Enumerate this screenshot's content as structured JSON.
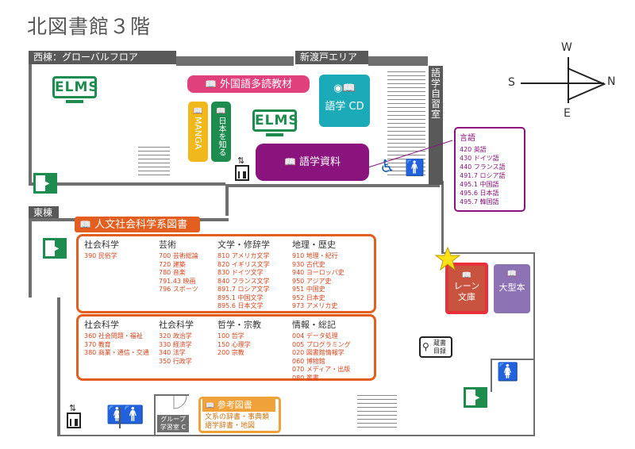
{
  "title": "北図書館３階",
  "areas": {
    "west_wing": "西棟：グローバルフロア",
    "new_area": "新渡戸エリア",
    "east_wing": "東棟",
    "study_room": "語学自習室"
  },
  "elms_label": "ELMS",
  "foreign_reading": "外国語多読教材",
  "manga": "MANGA",
  "japan": "日本を知る",
  "lang_cd": "語学 CD",
  "lang_materials": "語学資料",
  "language_box": {
    "title": "言語",
    "items": [
      "420 英語",
      "430 ドイツ語",
      "440 フランス語",
      "491.7 ロシア語",
      "495.1 中国語",
      "495.6 日本語",
      "495.7 韓国語"
    ]
  },
  "humanities": {
    "title": "人文社会科学系図書",
    "upper": [
      {
        "h": "社会科学",
        "items": [
          "390 民俗学"
        ]
      },
      {
        "h": "芸術",
        "items": [
          "700 芸術総論",
          "720 建築",
          "780 音楽",
          "791.43 映画",
          "796 スポーツ"
        ]
      },
      {
        "h": "文学・修辞学",
        "items": [
          "810 アメリカ文学",
          "820 イギリス文学",
          "830 ドイツ文学",
          "840 フランス文学",
          "891.7 ロシア文学",
          "895.1 中国文学",
          "895.6 日本文学"
        ]
      },
      {
        "h": "地理・歴史",
        "items": [
          "910 地理・紀行",
          "930 古代史",
          "940 ヨーロッパ史",
          "950 アジア史",
          "951 中国史",
          "952 日本史",
          "973 アメリカ史"
        ]
      }
    ],
    "lower": [
      {
        "h": "社会科学",
        "items": [
          "360 社会問題・福祉",
          "370 教育",
          "380 商業・通信・交通"
        ]
      },
      {
        "h": "社会科学",
        "items": [
          "320 政治学",
          "330 経済学",
          "340 法学",
          "350 行政学"
        ]
      },
      {
        "h": "哲学・宗教",
        "items": [
          "100 哲学",
          "150 心理学",
          "200 宗教"
        ]
      },
      {
        "h": "情報・総記",
        "items": [
          "004 データ処理",
          "005 プログラミング",
          "020 図書館情報学",
          "060 博物館",
          "070 メディア・出版",
          "080 叢書"
        ]
      }
    ]
  },
  "lane": "レーン文庫",
  "oversize": "大型本",
  "catalog": "蔵書目録",
  "reference": {
    "title": "参考図書",
    "l1": "文系の辞書・事典類",
    "l2": "語学辞書・地図"
  },
  "group_room": {
    "l1": "グループ",
    "l2": "学習室 C"
  },
  "compass": {
    "w": "W",
    "s": "S",
    "n": "N",
    "e": "E"
  },
  "colors": {
    "pink": "#e0407b",
    "teal": "#1aaab8",
    "purple": "#8a137e",
    "orange": "#e35f1f",
    "green": "#1e8c4e",
    "lavender": "#8e73b4",
    "yellow": "#f0b81a"
  }
}
